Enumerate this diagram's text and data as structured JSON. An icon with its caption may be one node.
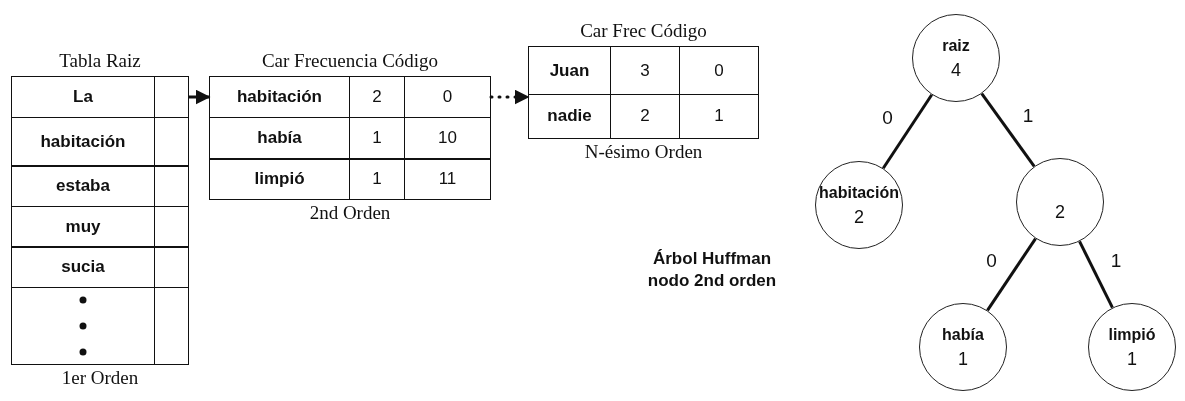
{
  "diagram": {
    "nodes": [
      {
        "text": [
          "Tabla Raiz"
        ],
        "beside": [
          "1er Orden"
        ]
      },
      {
        "text": [
          "La"
        ],
        "in": 0
      },
      {
        "text": [
          "habitación"
        ],
        "in": 0
      },
      {
        "text": [
          "estaba"
        ],
        "in": 0
      },
      {
        "text": [
          "muy"
        ],
        "in": 0
      },
      {
        "text": [
          "sucia"
        ],
        "in": 0
      },
      {
        "text": [],
        "shape": "box",
        "in": 0
      },
      {
        "text": [
          "Car Frecuencia Código"
        ],
        "beside": [
          "2nd Orden"
        ]
      },
      {
        "text": [
          "habitación",
          "2",
          "0"
        ],
        "in": 7
      },
      {
        "text": [
          "había",
          "1",
          "10"
        ],
        "in": 7
      },
      {
        "text": [
          "limpió",
          "1",
          "11"
        ],
        "in": 7
      },
      {
        "text": [
          "Car Frec Código"
        ],
        "beside": [
          "N-ésimo Orden"
        ]
      },
      {
        "text": [
          "Juan",
          "3",
          "0"
        ],
        "in": 11
      },
      {
        "text": [
          "nadie",
          "2",
          "1"
        ],
        "in": 11
      },
      {
        "text": [
          "raiz",
          "4"
        ]
      },
      {
        "text": [
          "habitación",
          "2"
        ]
      },
      {
        "text": [
          "2"
        ]
      },
      {
        "text": [
          "había",
          "1"
        ]
      },
      {
        "text": [
          "limpió",
          "1"
        ]
      }
    ],
    "edges": [
      {
        "from": 1,
        "to": 7,
        "arrow": "to"
      },
      {
        "from": 7,
        "to": 11,
        "arrow": "to",
        "style": "dashed"
      },
      {
        "from": 14,
        "to": 15,
        "label": "0",
        "arrow": "none"
      },
      {
        "from": 14,
        "to": 16,
        "label": "1",
        "arrow": "none"
      },
      {
        "from": 16,
        "to": 17,
        "label": "0",
        "arrow": "none"
      },
      {
        "from": 16,
        "to": 18,
        "label": "1",
        "arrow": "none"
      }
    ],
    "labels": [
      "Árbol Huffman nodo 2nd orden"
    ]
  }
}
